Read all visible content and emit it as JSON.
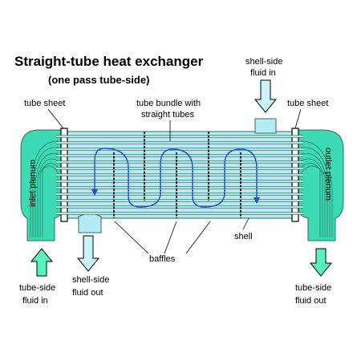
{
  "title": "Straight-tube heat exchanger",
  "subtitle": "(one pass tube-side)",
  "labels": {
    "shell_side_in_line1": "shell-side",
    "shell_side_in_line2": "fluid in",
    "tube_sheet_left": "tube sheet",
    "tube_sheet_right": "tube sheet",
    "tube_bundle_line1": "tube bundle with",
    "tube_bundle_line2": "straight tubes",
    "inlet_plenum": "inlet plenum",
    "outlet_plenum": "outlet plenum",
    "shell": "shell",
    "baffles": "baffles",
    "tube_side_in_line1": "tube-side",
    "tube_side_in_line2": "fluid in",
    "shell_side_out_line1": "shell-side",
    "shell_side_out_line2": "fluid out",
    "tube_side_out_line1": "tube-side",
    "tube_side_out_line2": "fluid out"
  },
  "colors": {
    "fluid": "#3ddbb4",
    "tube": "#ffffff",
    "tube_dark": "#2a6f5f",
    "shell_fill": "#b3ecf7",
    "arrow_fill": "#5af0c0",
    "arrow_blue": "#c9f3fb",
    "flow_line": "#1a4fd6"
  }
}
